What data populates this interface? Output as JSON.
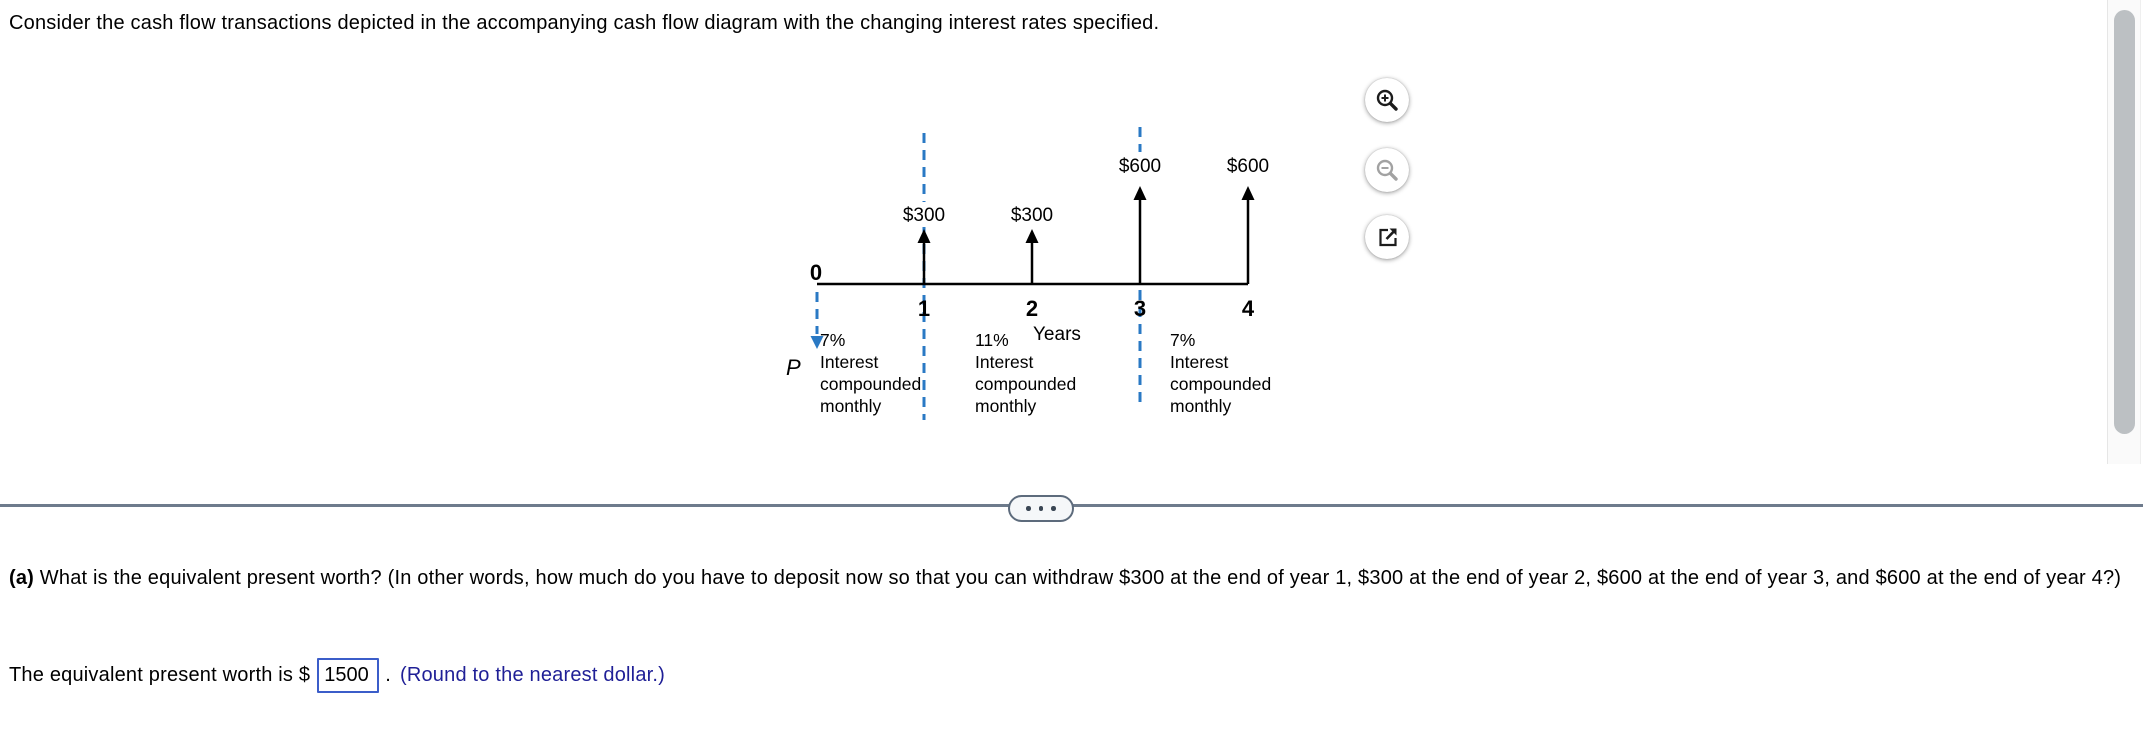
{
  "problem": {
    "statement": "Consider the cash flow transactions depicted in the accompanying cash flow diagram with the changing interest rates specified."
  },
  "diagram": {
    "origin_label": "0",
    "tick_labels": [
      "1",
      "2",
      "3",
      "4"
    ],
    "axis_label": "Years",
    "present_worth_label": "P",
    "cash_flow_labels": {
      "year1": "$300",
      "year2": "$300",
      "year3": "$600",
      "year4": "$600"
    },
    "interest_segments": [
      {
        "rate": "7%",
        "line1": "Interest",
        "line2": "compounded",
        "line3": "monthly"
      },
      {
        "rate": "11%",
        "line1": "Interest",
        "line2": "compounded",
        "line3": "monthly"
      },
      {
        "rate": "7%",
        "line1": "Interest",
        "line2": "compounded",
        "line3": "monthly"
      }
    ],
    "colors": {
      "dashed_blue": "#2a79c4",
      "ink": "#000000"
    }
  },
  "toolbar": {
    "icons": {
      "zoom_in": "magnifying-glass-plus",
      "zoom_out": "magnifying-glass-minus",
      "open_external": "external-link",
      "divider_toggle": "ellipsis"
    }
  },
  "question": {
    "part_label": "(a)",
    "text": " What is the equivalent present worth? (In other words, how much do you have to deposit now so that you can withdraw $300 at the end of year 1, $300 at the end of year 2, $600 at the end of year 3, and $600 at the end of year 4?)"
  },
  "answer": {
    "prefix": "The equivalent present worth is $",
    "value": "1500",
    "period": ".",
    "hint": "(Round to the nearest dollar.)"
  },
  "colors": {
    "input_border": "#3b5dc9",
    "hint_navy": "#1f1f96",
    "divider_slate": "#6e7b8c"
  }
}
